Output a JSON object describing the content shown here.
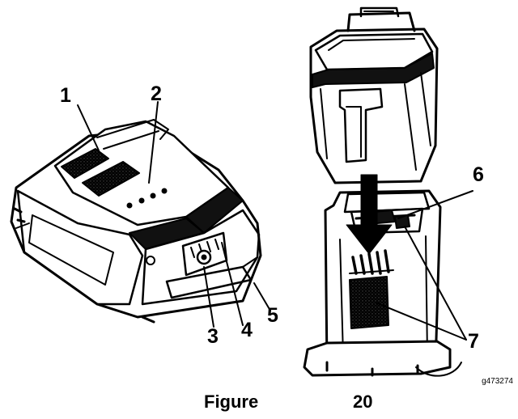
{
  "figure": {
    "callouts": [
      {
        "label": "1"
      },
      {
        "label": "2"
      },
      {
        "label": "3"
      },
      {
        "label": "4"
      },
      {
        "label": "5"
      },
      {
        "label": "6"
      },
      {
        "label": "7"
      }
    ],
    "graphic_code": "g473274",
    "caption_word": "Figure",
    "caption_number": "20"
  },
  "icons": {
    "battery": "battery-pack-icon",
    "charger": "battery-charger-icon",
    "arrow": "insert-arrow-icon"
  },
  "colors": {
    "ink": "#000000",
    "paper": "#ffffff",
    "vent": "#3a3a3a"
  }
}
